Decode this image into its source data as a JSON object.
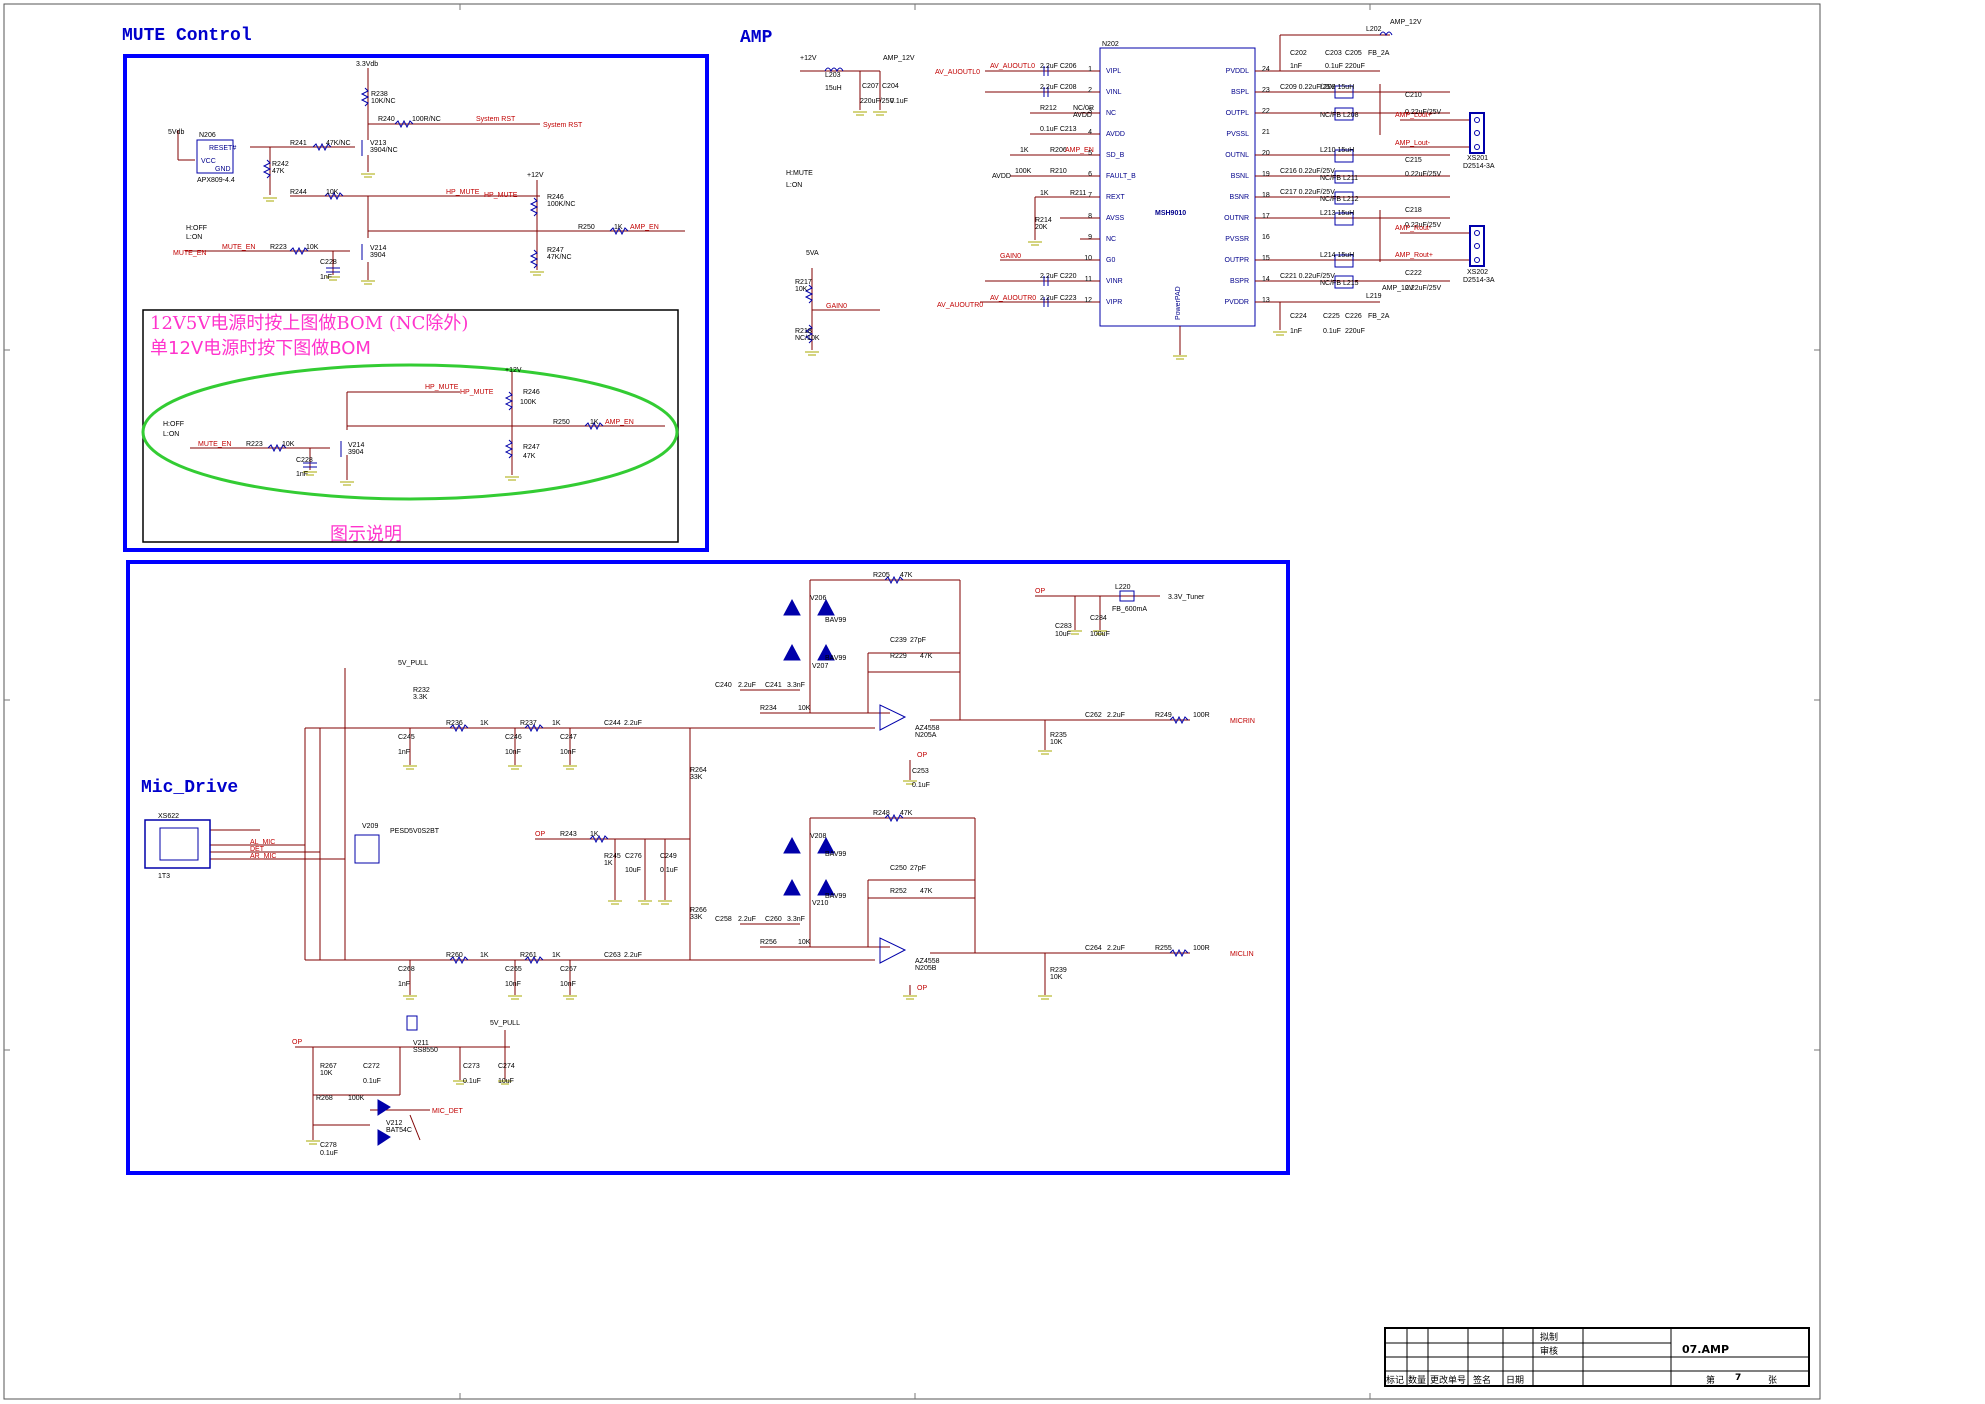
{
  "sections": {
    "mute_title": "MUTE Control",
    "amp_title": "AMP",
    "mic_title": "Mic_Drive"
  },
  "mute": {
    "note_line1": "12V5V电源时按上图做BOM (NC除外)",
    "note_line2": "单12V电源时按下图做BOM",
    "legend_caption": "图示说明",
    "hoff": "H:OFF",
    "lon": "L:ON",
    "hoff2": "H:OFF",
    "lon2": "L:ON",
    "rail_33": "3.3Vdb",
    "rail_5v": "5Vdb",
    "rail_12v": "+12V",
    "rail_12v_b": "+12V",
    "n206": "N206",
    "n206_part": "APX809-4.4",
    "n206_reset": "RESET#",
    "n206_vcc": "VCC",
    "n206_gnd": "GND",
    "r238": "R238",
    "r238_v": "10K/NC",
    "r240": "R240",
    "r240_v": "100R/NC",
    "sysrst1": "System RST",
    "sysrst2": "System RST",
    "r241": "R241",
    "r241_v": "47K/NC",
    "v213": "V213",
    "v213_p": "3904/NC",
    "r242": "R242",
    "r242_v": "47K",
    "r244": "R244",
    "r244_v": "10K",
    "hpmute1": "HP_MUTE",
    "hpmute2": "HP_MUTE",
    "r246": "R246",
    "r246_v": "100K/NC",
    "r250": "R250",
    "r250_v": "1K",
    "amp_en": "AMP_EN",
    "mute_en": "MUTE_EN",
    "mute_en2": "MUTE_EN",
    "r223": "R223",
    "r223_v": "10K",
    "v214": "V214",
    "v214_p": "3904",
    "c228": "C228",
    "c228_v": "1nF",
    "r247": "R247",
    "r247_v": "47K/NC",
    "l_r246": "R246",
    "l_r246_v": "100K",
    "l_r247": "R247",
    "l_r247_v": "47K",
    "l_r250": "R250",
    "l_r250_v": "1K",
    "l_amp_en": "AMP_EN",
    "l_hp1": "HP_MUTE",
    "l_hp2": "HP_MUTE",
    "l_mute_en": "MUTE_EN",
    "l_r223": "R223",
    "l_r223_v": "10K",
    "l_v214": "V214",
    "l_v214_p": "3904",
    "l_c228": "C228",
    "l_c228_v": "1nF"
  },
  "amp": {
    "chip": "N202",
    "chip_name": "MSH9010",
    "powerpad": "PowerPAD",
    "hmute": "H:MUTE",
    "lon": "L:ON",
    "pins_left": [
      "VIPL",
      "VINL",
      "NC",
      "AVDD",
      "SD_B",
      "FAULT_B",
      "REXT",
      "AVSS",
      "NC",
      "G0",
      "VINR",
      "VIPR"
    ],
    "pins_left_num": [
      "1",
      "2",
      "3",
      "4",
      "5",
      "6",
      "7",
      "8",
      "9",
      "10",
      "11",
      "12"
    ],
    "pins_right": [
      "PVDDL",
      "BSPL",
      "OUTPL",
      "PVSSL",
      "OUTNL",
      "BSNL",
      "OUTNR",
      "PVSSR",
      "OUTPR",
      "BSPR",
      "PVDDR"
    ],
    "pins_right_num": [
      "24",
      "23",
      "22",
      "21",
      "20",
      "19",
      "18",
      "17",
      "16",
      "15",
      "14",
      "13"
    ],
    "pins_right_all": [
      "PVDDL",
      "BSPL",
      "OUTPL",
      "PVSSL",
      "OUTNL",
      "BSNL",
      "BSNR",
      "OUTNR",
      "PVSSR",
      "OUTPR",
      "BSPR",
      "PVDDR"
    ],
    "av_l": "AV_AUOUTL0",
    "av_l_net": "AV_AUOUTL0",
    "av_r": "AV_AUOUTR0",
    "av_r_net": "AV_AUOUTR0",
    "c206": "2.2uF C206",
    "c208": "2.2uF C208",
    "c213": "0.1uF C213",
    "c220": "2.2uF C220",
    "c223": "2.2uF C223",
    "r212": "R212",
    "r212_v": "NC/0R",
    "avdd": "AVDD",
    "avdd2": "AVDD",
    "r206": "R206",
    "r206_v": "1K",
    "amp_en": "AMP_EN",
    "r210": "R210",
    "r210_v": "100K",
    "r211": "R211",
    "r211_v": "1K",
    "r214": "R214",
    "r214_v": "20K",
    "gain0": "GAIN0",
    "gain0b": "GAIN0",
    "p12v": "+12V",
    "amp12": "AMP_12V",
    "amp12b": "AMP_12V",
    "amp12c": "AMP_12V",
    "l203": "L203",
    "l203_v": "15uH",
    "c207": "C207",
    "c207_v": "220uF/25V",
    "c204": "C204",
    "c204_v": "0.1uF",
    "v5a": "5VA",
    "r217": "R217",
    "r217_v": "10K",
    "r218": "R218",
    "r218_v": "NC/10K",
    "l202": "L202",
    "l202_v": "FB_2A",
    "l219": "L219",
    "l219_v": "FB_2A",
    "c202": "C202",
    "c202_v": "1nF",
    "c203": "C203",
    "c203_v": "0.1uF",
    "c205": "C205",
    "c205_v": "220uF",
    "c224": "C224",
    "c224_v": "1nF",
    "c225": "C225",
    "c225_v": "0.1uF",
    "c226": "C226",
    "c226_v": "220uF",
    "c209": "C209 0.22uF/25V",
    "c216": "C216 0.22uF/25V",
    "c217": "C217 0.22uF/25V",
    "c221": "C221 0.22uF/25V",
    "l209": "L209 15uH",
    "l210": "L210 15uH",
    "l213": "L213 15uH",
    "l214": "L214 15uH",
    "nc_fb": [
      "NC/FB L208",
      "NC/FB L211",
      "NC/FB L212",
      "NC/FB L215"
    ],
    "c210": "C210",
    "c210_v": "0.22uF/25V",
    "c215": "C215",
    "c215_v": "0.22uF/25V",
    "c218": "C218",
    "c218_v": "0.22uF/25V",
    "c222": "C222",
    "c222_v": "0.22uF/25V",
    "amp_lout_p": "AMP_Lout+",
    "amp_lout_n": "AMP_Lout-",
    "amp_rout_n": "AMP_Rout-",
    "amp_rout_p": "AMP_Rout+",
    "xs201": "XS201",
    "xs201_p": "D2514-3A",
    "xs202": "XS202",
    "xs202_p": "D2514-3A"
  },
  "mic": {
    "xs622": "XS622",
    "xs_part": "1T3",
    "al_mic": "AL_MIC",
    "det": "DET",
    "ar_mic": "AR_MIC",
    "v5pull": "5V_PULL",
    "v5pull2": "5V_PULL",
    "r232": "R232",
    "r232_v": "3.3K",
    "v209": "V209",
    "v209_p": "PESD5V0S2BT",
    "r236": "R236",
    "r236_v": "1K",
    "r237": "R237",
    "r237_v": "1K",
    "r260": "R260",
    "r260_v": "1K",
    "r261": "R261",
    "r261_v": "1K",
    "c245": "C245",
    "c245_v": "1nF",
    "c246": "C246",
    "c246_v": "10nF",
    "c247": "C247",
    "c247_v": "10nF",
    "c244": "C244",
    "c244_v": "2.2uF",
    "c268": "C268",
    "c268_v": "1nF",
    "c265": "C265",
    "c265_v": "10nF",
    "c267": "C267",
    "c267_v": "10nF",
    "c263": "C263",
    "c263_v": "2.2uF",
    "r264": "R264",
    "r264_v": "33K",
    "r266": "R266",
    "r266_v": "33K",
    "op": "OP",
    "op2": "OP",
    "op3": "OP",
    "op4": "OP",
    "op5": "OP",
    "r243": "R243",
    "r243_v": "1K",
    "r245": "R245",
    "r245_v": "1K",
    "c276": "C276",
    "c276_v": "10uF",
    "c249": "C249",
    "c249_v": "0.1uF",
    "r205": "R205",
    "r205_v": "47K",
    "r248": "R248",
    "r248_v": "47K",
    "v206": "V206",
    "v206_p": "BAV99",
    "v207": "V207",
    "v207_p": "BAV99",
    "v208": "V208",
    "v208_p": "BAV99",
    "v210": "V210",
    "v210_p": "BAV99",
    "c239": "C239",
    "c239_v": "27pF",
    "r229": "R229",
    "r229_v": "47K",
    "c250": "C250",
    "c250_v": "27pF",
    "r252": "R252",
    "r252_v": "47K",
    "c240": "C240",
    "c240_v": "2.2uF",
    "c241": "C241",
    "c241_v": "3.3nF",
    "c258": "C258",
    "c258_v": "2.2uF",
    "c260": "C260",
    "c260_v": "3.3nF",
    "r234": "R234",
    "r234_v": "10K",
    "r256": "R256",
    "r256_v": "10K",
    "opa": "AZ4558",
    "opa_ref": "N205A",
    "opb": "AZ4558",
    "opb_ref": "N205B",
    "c253": "C253",
    "c253_v": "0.1uF",
    "c262": "C262",
    "c262_v": "2.2uF",
    "c264": "C264",
    "c264_v": "2.2uF",
    "r235": "R235",
    "r235_v": "10K",
    "r239": "R239",
    "r239_v": "10K",
    "r249": "R249",
    "r249_v": "100R",
    "r255": "R255",
    "r255_v": "100R",
    "micrin": "MICRIN",
    "miclin": "MICLIN",
    "l220": "L220",
    "l220_v": "FB_600mA",
    "v33tuner": "3.3V_Tuner",
    "c283": "C283",
    "c283_v": "10uF",
    "c284": "C284",
    "c284_v": "100uF",
    "v211": "V211",
    "v211_p": "SS8550",
    "r267": "R267",
    "r267_v": "10K",
    "c272": "C272",
    "c272_v": "0.1uF",
    "c273": "C273",
    "c273_v": "0.1uF",
    "c274": "C274",
    "c274_v": "10uF",
    "r268": "R268",
    "r268_v": "100K",
    "v212": "V212",
    "v212_p": "BAT54C",
    "mic_det": "MIC_DET",
    "c278": "C278",
    "c278_v": "0.1uF"
  },
  "titleblock": {
    "draw": "拟制",
    "check": "审核",
    "sheet_name": "07.AMP",
    "h1": "标记",
    "h2": "数量",
    "h3": "更改单号",
    "h4": "签名",
    "h5": "日期",
    "page_prefix": "第",
    "page_num": "7",
    "page_suffix": "张"
  },
  "colors": {
    "frame": "#0000ff",
    "wire": "#800000",
    "net": "#cc0000",
    "component": "#0000aa",
    "ground": "#aaaa00",
    "highlight": "#33cc33",
    "note": "#ff33cc"
  }
}
